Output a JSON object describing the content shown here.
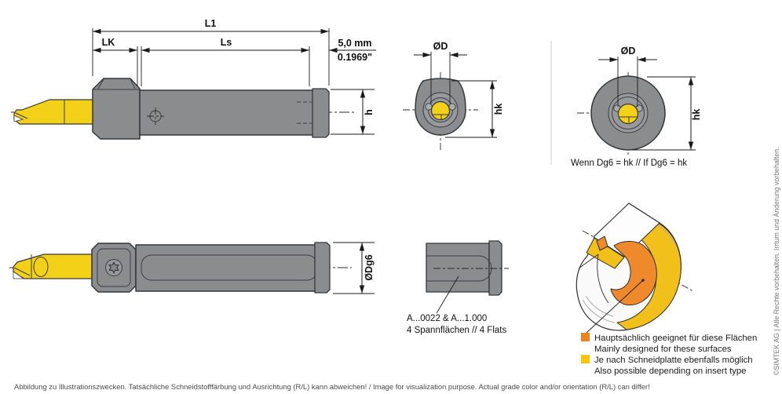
{
  "drawing": {
    "top_side_view": {
      "l1": "L1",
      "lk": "LK",
      "ls": "Ls",
      "offset_mm": "5,0 mm",
      "offset_inch": "0.1969\"",
      "h": "h"
    },
    "front_view_flat": {
      "d": "ØD",
      "hk": "hk"
    },
    "front_view_round": {
      "d": "ØD",
      "hk": "hk",
      "note": "Wenn Dg6 = hk // If Dg6 = hk"
    },
    "bottom_side_view": {
      "dg6": "ØDg6"
    },
    "sleeve_view": {
      "line1": "A...0022 & A...1.000",
      "line2": "4 Spannflächen // 4 Flats"
    }
  },
  "legend": {
    "items": [
      {
        "color": "#ee8220",
        "label_de": "Hauptsächlich geeignet für diese Flächen",
        "label_en": "Mainly designed for these surfaces"
      },
      {
        "color": "#fdc503",
        "label_de": "Je nach Schneidplatte ebenfalls möglich",
        "label_en": "Also possible depending on insert type"
      }
    ]
  },
  "footer": {
    "disclaimer": "Abbildung zu Illustrationszwecken. Tatsächliche Schneidstofffärbung und Ausrichtung (R/L) kann abweichen! / Image for visualization purpose. Actual grade color and/or orientation (R/L) can differ!"
  },
  "copyright": "©SIMTEK AG | Alle Rechte vorbehalten. Irrtum und Änderung vorbehalten.",
  "colors": {
    "body_gray": "#8a8c8e",
    "carbide_yellow": "#f2d118",
    "accent_orange": "#ee8a2b",
    "possible_yellow": "#f1c01b"
  }
}
